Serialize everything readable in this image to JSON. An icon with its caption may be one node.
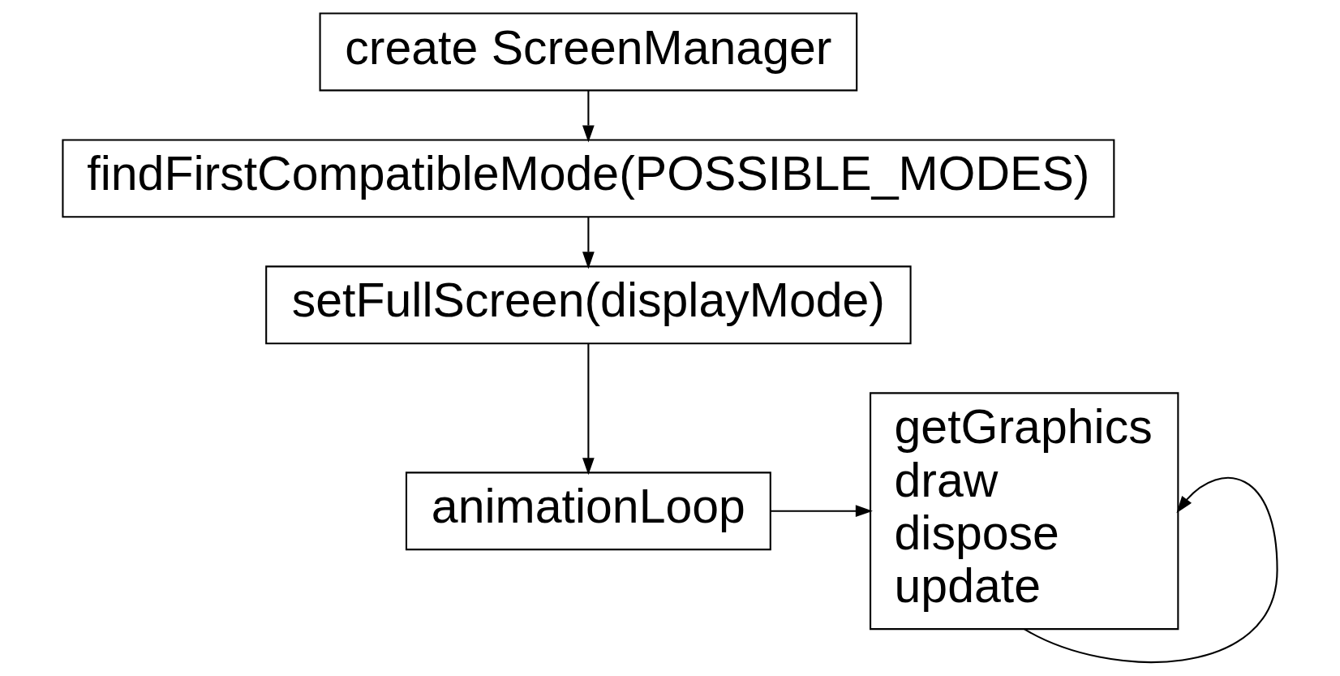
{
  "diagram": {
    "nodes": [
      {
        "text": [
          "create ScreenManager"
        ]
      },
      {
        "text": [
          "findFirstCompatibleMode(POSSIBLE_MODES)"
        ]
      },
      {
        "text": [
          "setFullScreen(displayMode)"
        ]
      },
      {
        "text": [
          "animationLoop"
        ]
      },
      {
        "text": [
          "getGraphics",
          "draw",
          "dispose",
          "update"
        ]
      }
    ],
    "edges": [
      {
        "from": 0,
        "to": 1,
        "arrow": "to"
      },
      {
        "from": 1,
        "to": 2,
        "arrow": "to"
      },
      {
        "from": 2,
        "to": 3,
        "arrow": "to"
      },
      {
        "from": 3,
        "to": 4,
        "arrow": "to"
      },
      {
        "from": 4,
        "to": 4,
        "arrow": "to"
      }
    ]
  }
}
